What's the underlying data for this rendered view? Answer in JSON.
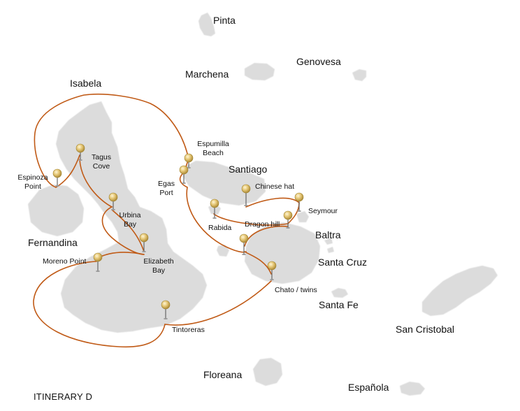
{
  "map": {
    "title": "ITINERARY D",
    "route_color": "#c05a16",
    "island_color": "#dcdcdc",
    "pin_color": "#d9b95e",
    "islands": {
      "pinta": "Pinta",
      "genovesa": "Genovesa",
      "marchena": "Marchena",
      "isabela": "Isabela",
      "santiago": "Santiago",
      "fernandina": "Fernandina",
      "baltra": "Baltra",
      "santa_cruz": "Santa Cruz",
      "santa_fe": "Santa Fe",
      "san_cristobal": "San Cristobal",
      "floreana": "Floreana",
      "espanola": "Española"
    },
    "stops": {
      "espinoza_point": "Espinoza Point",
      "tagus_cove": "Tagus Cove",
      "urbina_bay": "Urbina Bay",
      "elizabeth_bay": "Elizabeth Bay",
      "moreno_point": "Moreno Point",
      "tintoreras": "Tintoreras",
      "espumilla_beach": "Espumilla Beach",
      "egas_port": "Egas Port",
      "chinese_hat": "Chinese hat",
      "seymour": "Seymour",
      "rabida": "Rabida",
      "dragon_hill": "Dragon hill",
      "chato_twins": "Chato / twins"
    }
  }
}
